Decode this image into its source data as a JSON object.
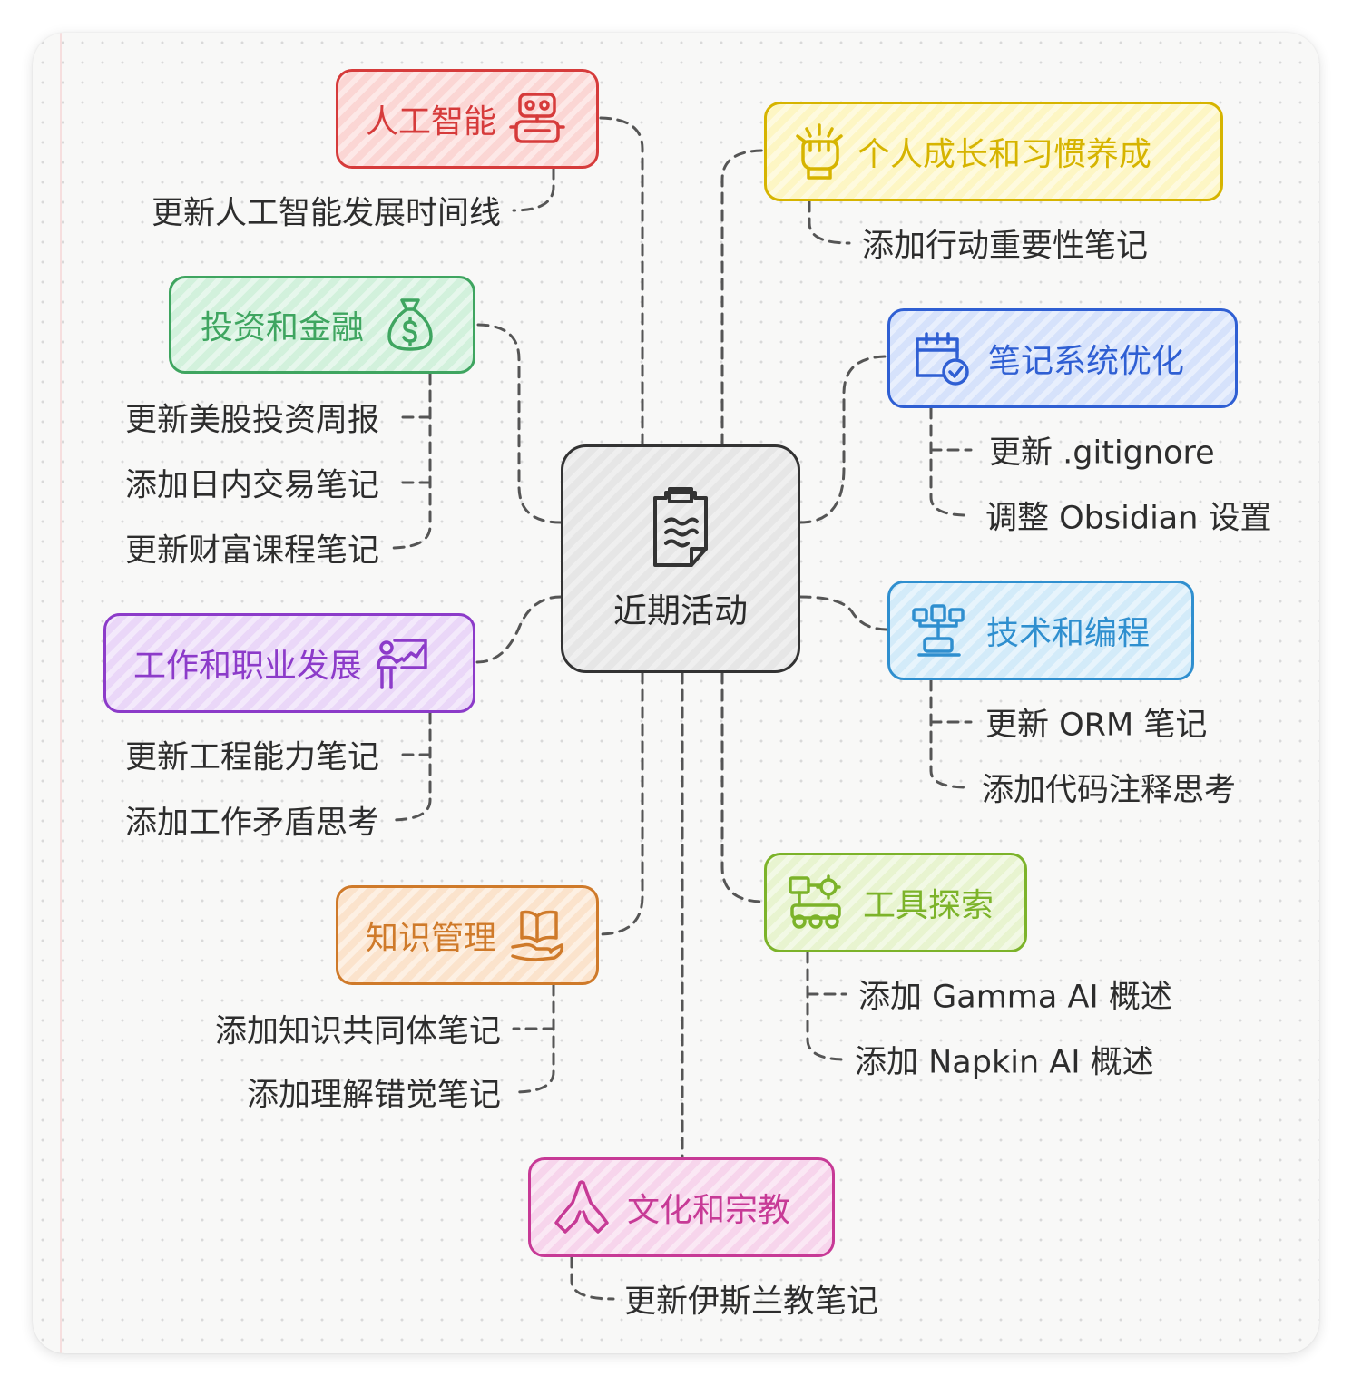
{
  "center": {
    "label": "近期活动",
    "icon": "clipboard-icon",
    "color": "#333333",
    "fill": "#e6e6e6"
  },
  "nodes": {
    "ai": {
      "label": "人工智能",
      "icon": "robot-icon",
      "color": "#d63b3b",
      "fill": "#fbd6d4",
      "leaves": [
        "更新人工智能发展时间线"
      ]
    },
    "growth": {
      "label": "个人成长和习惯养成",
      "icon": "fist-icon",
      "color": "#d6b400",
      "fill": "#fdf6c4",
      "leaves": [
        "添加行动重要性笔记"
      ]
    },
    "finance": {
      "label": "投资和金融",
      "icon": "money-bag-icon",
      "color": "#3fa560",
      "fill": "#d2f1dc",
      "leaves": [
        "更新美股投资周报",
        "添加日内交易笔记",
        "更新财富课程笔记"
      ]
    },
    "notes": {
      "label": "笔记系统优化",
      "icon": "calendar-check-icon",
      "color": "#2f5fd3",
      "fill": "#d6e2fb",
      "leaves": [
        "更新 .gitignore",
        "调整 Obsidian 设置"
      ]
    },
    "work": {
      "label": "工作和职业发展",
      "icon": "presentation-icon",
      "color": "#8c3bc9",
      "fill": "#ead7f8",
      "leaves": [
        "更新工程能力笔记",
        "添加工作矛盾思考"
      ]
    },
    "tech": {
      "label": "技术和编程",
      "icon": "computer-network-icon",
      "color": "#2f8fcf",
      "fill": "#d3ebf9",
      "leaves": [
        "更新 ORM 笔记",
        "添加代码注释思考"
      ]
    },
    "knowledge": {
      "label": "知识管理",
      "icon": "book-hand-icon",
      "color": "#cf7a2a",
      "fill": "#fbe3cc",
      "leaves": [
        "添加知识共同体笔记",
        "添加理解错觉笔记"
      ]
    },
    "tools": {
      "label": "工具探索",
      "icon": "gears-icon",
      "color": "#7cb32a",
      "fill": "#e8f4d0",
      "leaves": [
        "添加 Gamma AI 概述",
        "添加 Napkin AI 概述"
      ]
    },
    "culture": {
      "label": "文化和宗教",
      "icon": "praying-hands-icon",
      "color": "#c73a96",
      "fill": "#f7d5ec",
      "leaves": [
        "更新伊斯兰教笔记"
      ]
    }
  }
}
